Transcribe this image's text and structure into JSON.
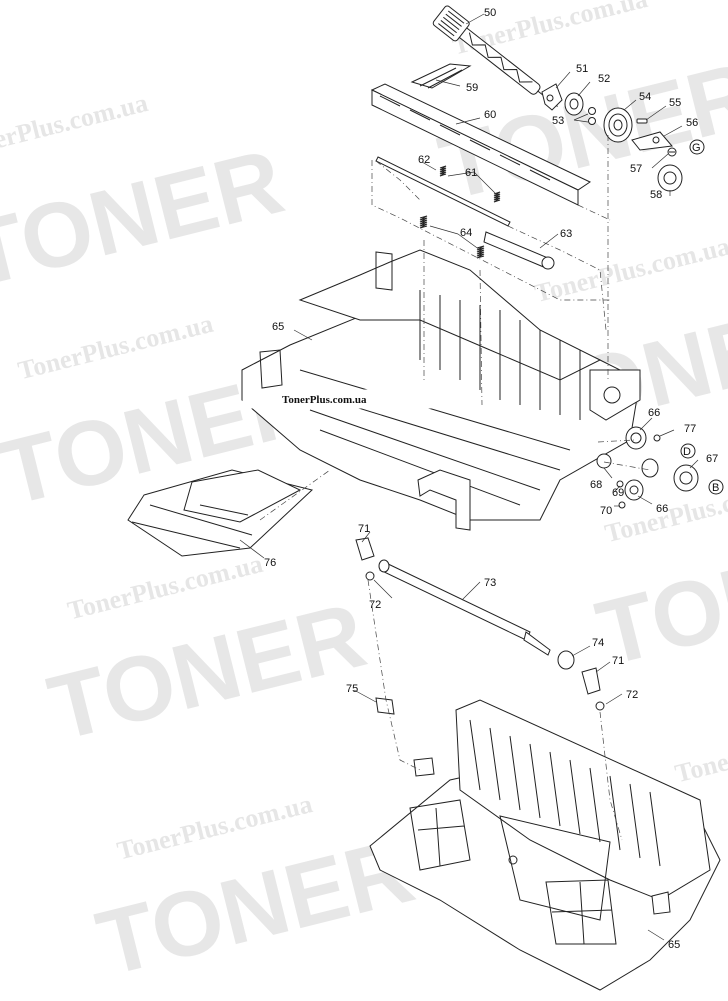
{
  "watermark": {
    "big": "TONER",
    "small": "TonerPlus.com.ua",
    "bar": "TonerPlus.com.ua"
  },
  "callouts": {
    "p50": "50",
    "p51": "51",
    "p52": "52",
    "p53": "53",
    "p54": "54",
    "p55": "55",
    "p56": "56",
    "p57": "57",
    "p58": "58",
    "p59": "59",
    "p60": "60",
    "p61": "61",
    "p62": "62",
    "p63": "63",
    "p64": "64",
    "p65a": "65",
    "p65b": "65",
    "p66a": "66",
    "p66b": "66",
    "p67": "67",
    "p68": "68",
    "p69": "69",
    "p70": "70",
    "p71a": "71",
    "p71b": "71",
    "p72a": "72",
    "p72b": "72",
    "p73": "73",
    "p74": "74",
    "p75": "75",
    "p76": "76",
    "p77": "77"
  },
  "connectors": {
    "g": "G",
    "d": "D",
    "b": "B"
  }
}
